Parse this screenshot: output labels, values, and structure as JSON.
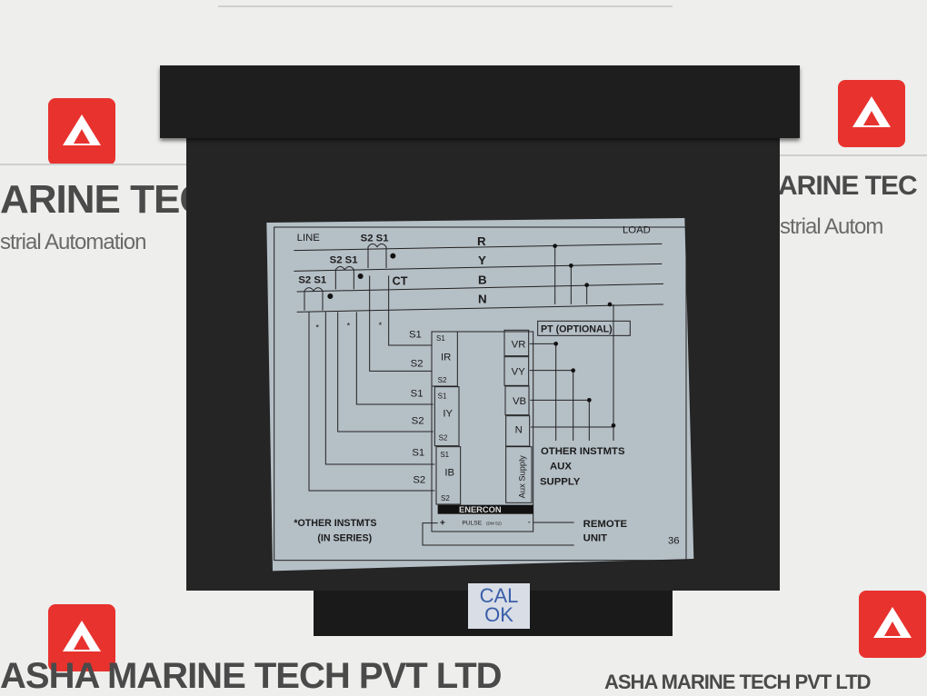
{
  "watermark": {
    "brand_partial_left": "ARINE TECH",
    "tagline_partial_left": "strial Automation",
    "brand_partial_right": "ARINE TEC",
    "tagline_partial_right": "strial Autom",
    "bottom_left": "ASHA MARINE TECH PVT LTD",
    "bottom_right": "ASHA MARINE TECH PVT LTD",
    "logo_color": "#e8322e"
  },
  "sticker": {
    "line1": "CAL",
    "line2": "OK"
  },
  "label": {
    "line": "LINE",
    "load": "LOAD",
    "phases": [
      "R",
      "Y",
      "B",
      "N"
    ],
    "ct": "CT",
    "s2s1": "S2 S1",
    "s1": "S1",
    "s2": "S2",
    "ir": "IR",
    "iy": "IY",
    "ib": "IB",
    "vr": "VR",
    "vy": "VY",
    "vb": "VB",
    "n": "N",
    "pt": "PT (OPTIONAL)",
    "other_instmts": "OTHER INSTMTS",
    "aux": "AUX",
    "supply": "SUPPLY",
    "aux_supply_vertical": "Aux Supply",
    "brand": "ENERCON",
    "pulse": "PULSE",
    "pulse_note": "(DM 52)",
    "plus": "+",
    "minus": "-",
    "remote": "REMOTE",
    "unit": "UNIT",
    "series_note_1": "*OTHER INSTMTS",
    "series_note_2": "(IN SERIES)",
    "star": "*",
    "number": "36"
  }
}
